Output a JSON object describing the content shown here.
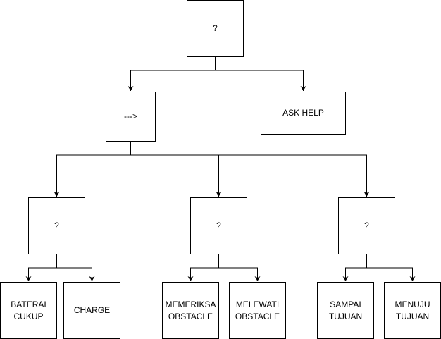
{
  "diagram": {
    "nodes": {
      "root_selector": "?",
      "sequence": "--->",
      "ask_help": "ASK HELP",
      "battery_selector": "?",
      "obstacle_selector": "?",
      "goal_selector": "?",
      "baterai_cukup": "BATERAI\nCUKUP",
      "charge": "CHARGE",
      "memeriksa_obstacle": "MEMERIKSA\nOBSTACLE",
      "melewati_obstacle": "MELEWATI\nOBSTACLE",
      "sampai_tujuan": "SAMPAI\nTUJUAN",
      "menuju_tujuan": "MENUJU\nTUJUAN"
    },
    "edges": [
      [
        "root_selector",
        "sequence"
      ],
      [
        "root_selector",
        "ask_help"
      ],
      [
        "sequence",
        "battery_selector"
      ],
      [
        "sequence",
        "obstacle_selector"
      ],
      [
        "sequence",
        "goal_selector"
      ],
      [
        "battery_selector",
        "baterai_cukup"
      ],
      [
        "battery_selector",
        "charge"
      ],
      [
        "obstacle_selector",
        "memeriksa_obstacle"
      ],
      [
        "obstacle_selector",
        "melewati_obstacle"
      ],
      [
        "goal_selector",
        "sampai_tujuan"
      ],
      [
        "goal_selector",
        "menuju_tujuan"
      ]
    ],
    "colors": {
      "stroke": "#000000",
      "fill": "#ffffff",
      "text": "#000000"
    }
  }
}
